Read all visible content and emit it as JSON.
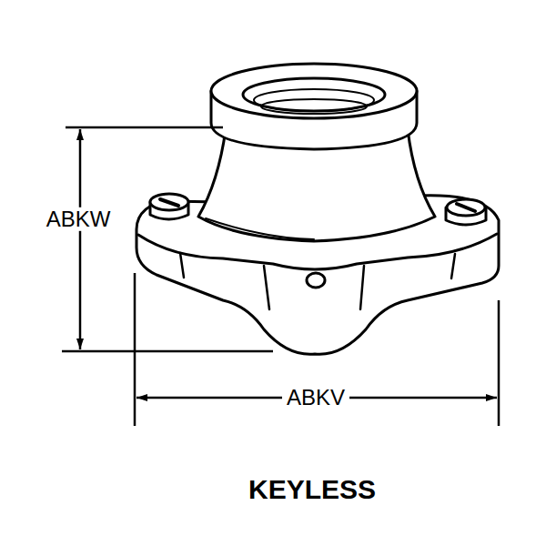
{
  "diagram": {
    "caption": "KEYLESS",
    "labels": [
      "ABKW",
      "ABKV"
    ]
  }
}
